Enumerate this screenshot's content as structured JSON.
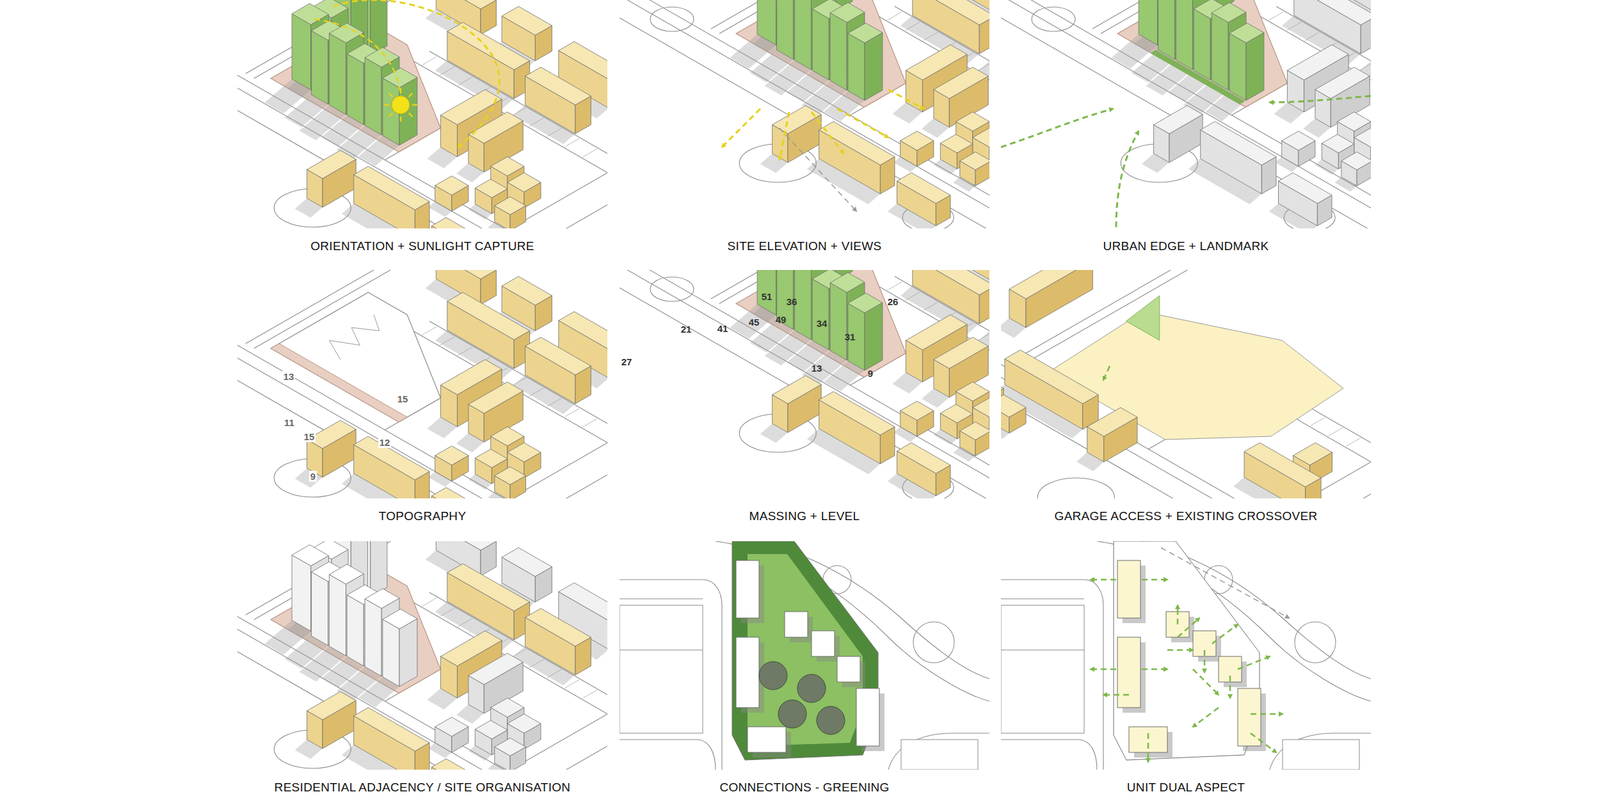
{
  "diagram": {
    "labels": [
      "ORIENTATION + SUNLIGHT CAPTURE",
      "SITE ELEVATION + VIEWS",
      "URBAN EDGE + LANDMARK",
      "13",
      "15",
      "11",
      "15",
      "12",
      "9",
      "TOPOGRAPHY",
      "27",
      "21",
      "41",
      "45",
      "49",
      "51",
      "36",
      "34",
      "31",
      "26",
      "13",
      "9",
      "MASSING + LEVEL",
      "GARAGE ACCESS + EXISTING CROSSOVER",
      "RESIDENTIAL ADJACENCY / SITE ORGANISATION",
      "CONNECTIONS - GREENING",
      "UNIT DUAL ASPECT"
    ]
  }
}
